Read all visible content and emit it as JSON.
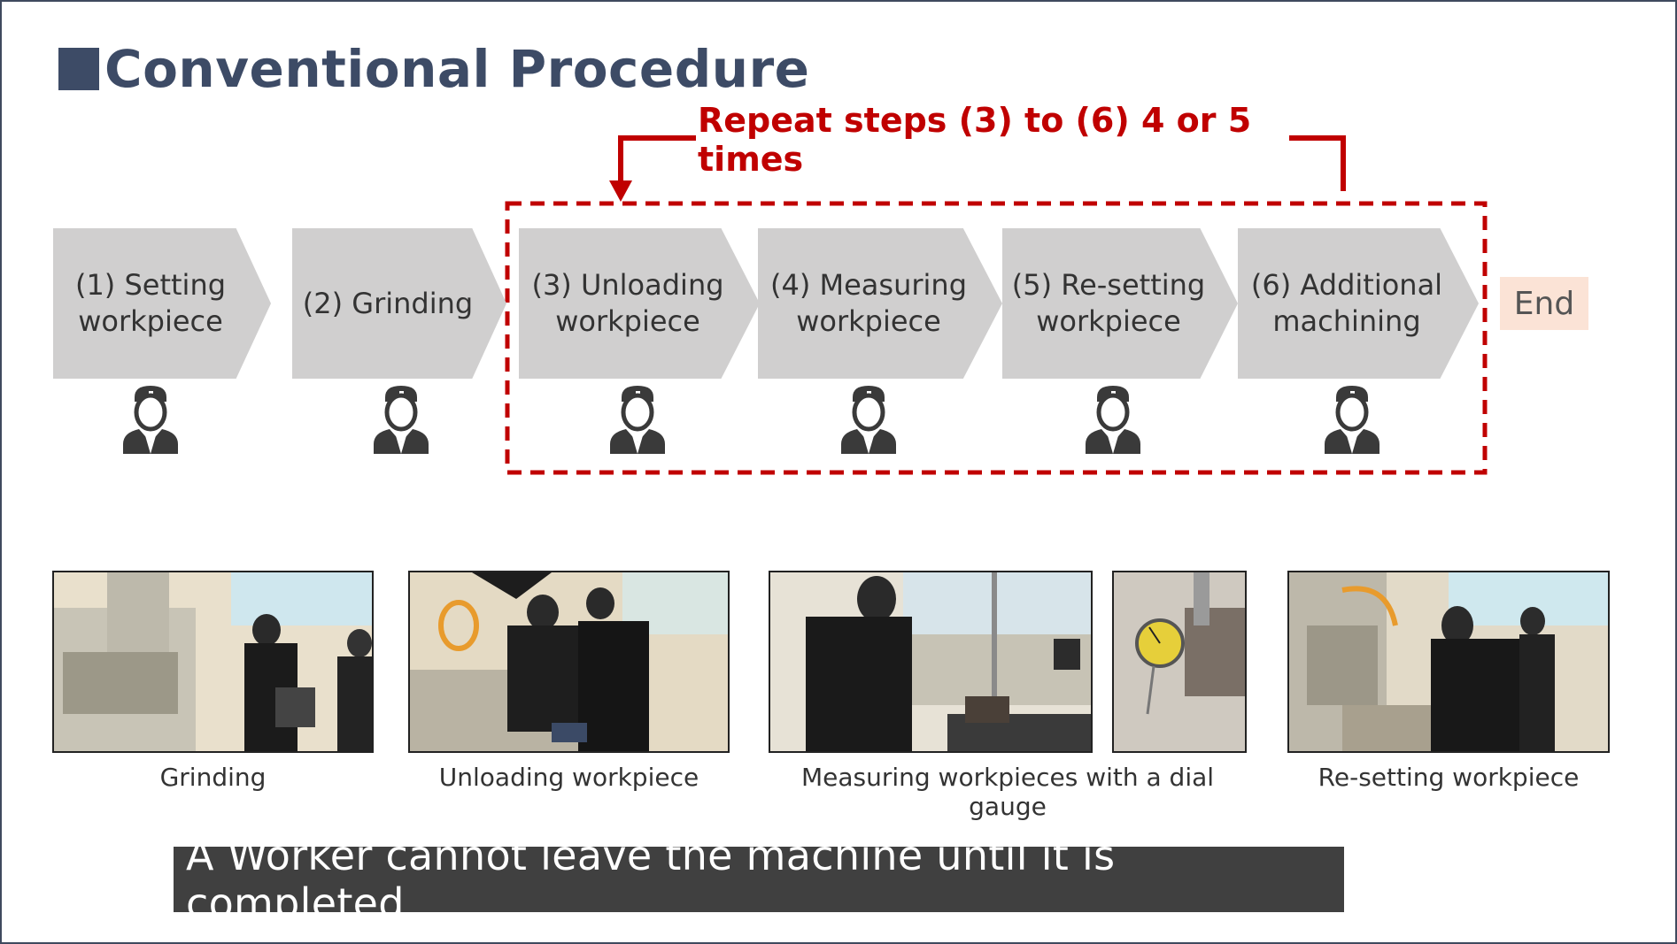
{
  "title": "Conventional Procedure",
  "repeat_note": "Repeat steps (3) to (6) 4 or 5 times",
  "steps": [
    {
      "label": "(1) Setting\nworkpiece"
    },
    {
      "label": "(2) Grinding"
    },
    {
      "label": "(3) Unloading\nworkpiece"
    },
    {
      "label": "(4) Measuring\nworkpiece"
    },
    {
      "label": "(5) Re-setting\nworkpiece"
    },
    {
      "label": "(6) Additional\nmachining"
    }
  ],
  "end_label": "End",
  "photo_captions": [
    "Grinding",
    "Unloading workpiece",
    "Measuring workpieces with a dial gauge",
    "Re-setting workpiece"
  ],
  "bottom_note": "A Worker cannot leave the machine until it is completed.",
  "colors": {
    "title": "#3d4b66",
    "repeat_red": "#c00000",
    "step_fill": "#d0cfcf",
    "end_fill": "#fbe3d6",
    "note_bg": "#404040"
  },
  "icons": [
    "worker-icon"
  ]
}
